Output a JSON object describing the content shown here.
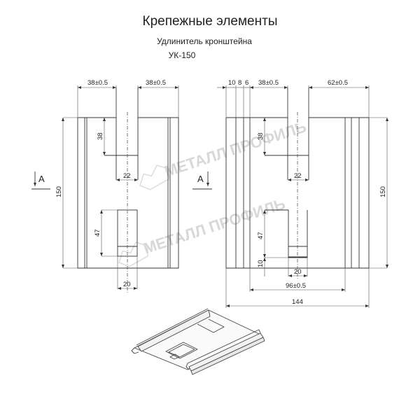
{
  "header": {
    "title": "Крепежные элементы",
    "subtitle": "Удлинитель кронштейна",
    "model": "УК-150"
  },
  "watermark": {
    "text": "МЕТАЛЛ ПРОФИЛЬ"
  },
  "section_marker": {
    "label": "A"
  },
  "left_view": {
    "dims": {
      "top_left_width": "38±0.5",
      "top_right_width": "38±0.5",
      "slot_depth": "38",
      "slot_width": "22",
      "height": "150",
      "window_height": "47",
      "window_width": "20"
    }
  },
  "right_view": {
    "dims": {
      "flange_1": "10",
      "flange_2": "8",
      "flange_3": "6",
      "top_left_width": "38±0.5",
      "top_right_width": "62±0.5",
      "slot_depth": "38",
      "slot_width": "22",
      "height": "150",
      "window_height": "47",
      "window_offset": "10",
      "window_width": "20",
      "inner_width": "96±0.5",
      "total_width": "144"
    }
  },
  "isometric_view": {
    "description": "3D view of bracket extender"
  }
}
